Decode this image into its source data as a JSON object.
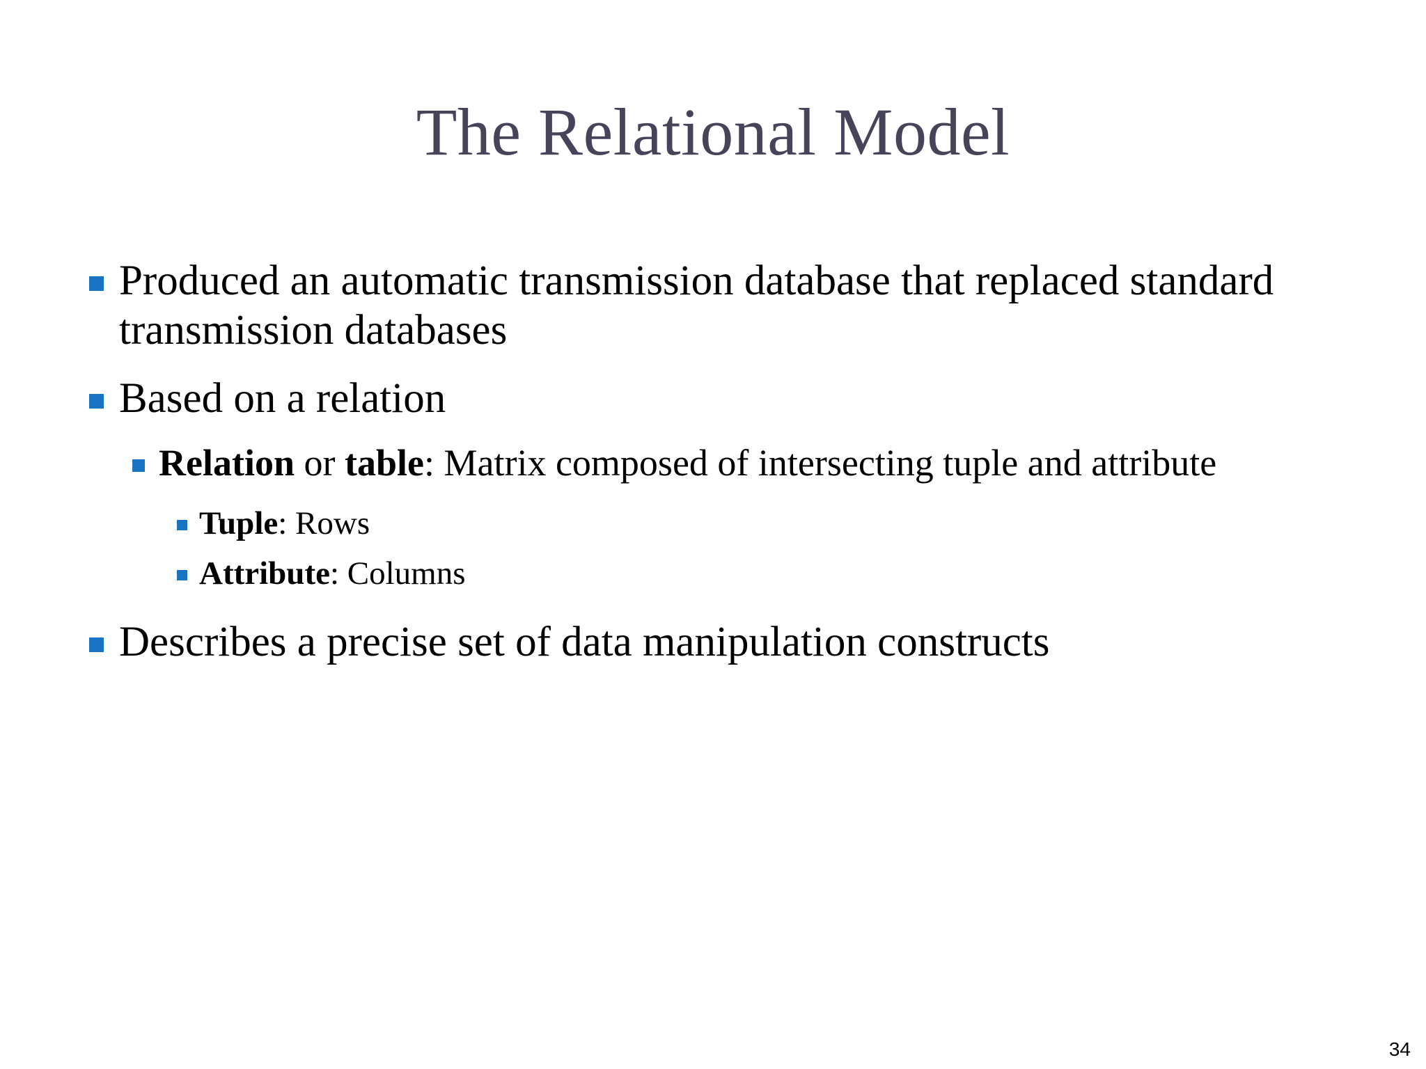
{
  "slide": {
    "title": "The Relational Model",
    "page_number": "34",
    "colors": {
      "title": "#474459",
      "bullet_marker": "#1975C4",
      "body_text": "#000000",
      "background": "#FFFFFF"
    },
    "bullets": [
      {
        "level": 1,
        "marker": "square-bullet",
        "text": "Produced an automatic transmission database that replaced standard transmission databases"
      },
      {
        "level": 1,
        "marker": "square-bullet",
        "text": "Based on a relation"
      },
      {
        "level": 2,
        "marker": "square-bullet",
        "bold_lead": "Relation",
        "mid": " or ",
        "bold_second": "table",
        "text": ": Matrix composed of intersecting tuple and attribute"
      },
      {
        "level": 3,
        "marker": "square-bullet",
        "bold_lead": "Tuple",
        "text": ": Rows"
      },
      {
        "level": 3,
        "marker": "square-bullet",
        "bold_lead": "Attribute",
        "text": ": Columns"
      },
      {
        "level": 1,
        "marker": "square-bullet",
        "text": "Describes a precise set of data manipulation constructs"
      }
    ]
  }
}
